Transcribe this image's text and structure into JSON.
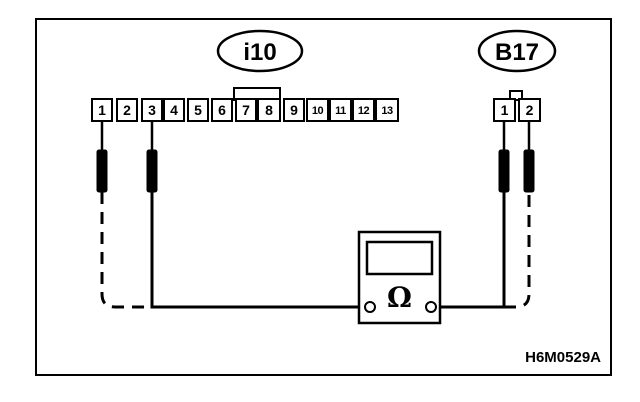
{
  "connector_i10": {
    "label": "i10",
    "pins": [
      "1",
      "2",
      "3",
      "4",
      "5",
      "6",
      "7",
      "8",
      "9",
      "10",
      "11",
      "12",
      "13"
    ]
  },
  "connector_b17": {
    "label": "B17",
    "pins": [
      "1",
      "2"
    ]
  },
  "meter": {
    "symbol": "Ω"
  },
  "reference_code": "H6M0529A"
}
